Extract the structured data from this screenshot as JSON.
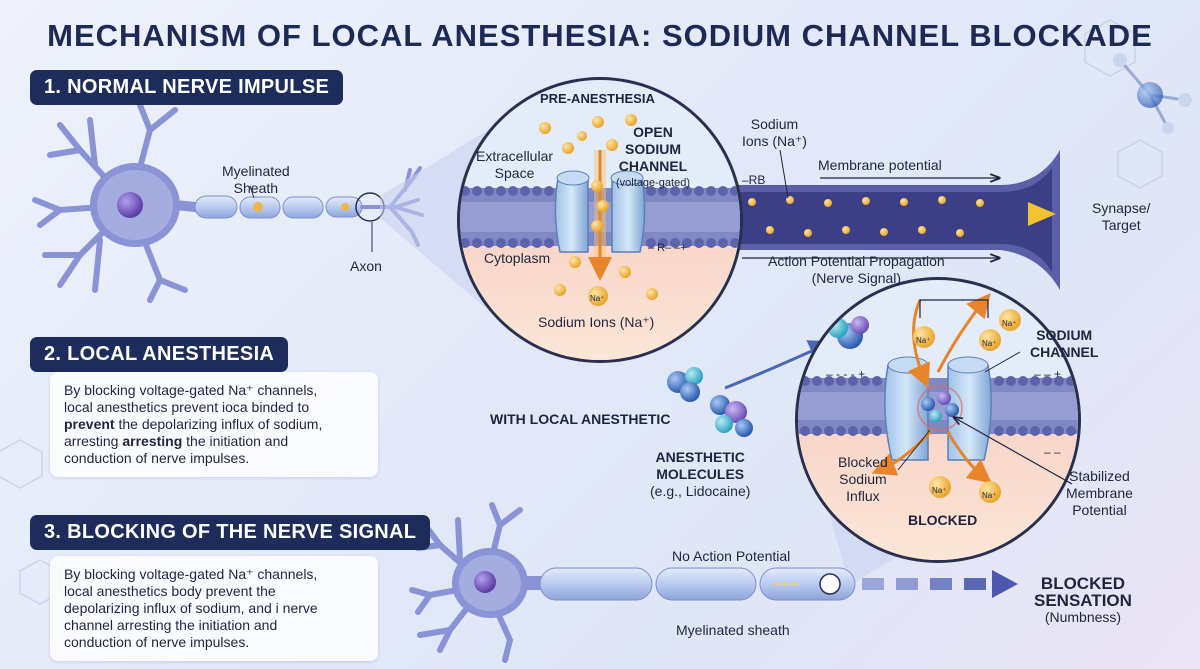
{
  "title": "MECHANISM OF LOCAL ANESTHESIA: SODIUM CHANNEL BLOCKADE",
  "sections": {
    "s1": "1. NORMAL NERVE IMPULSE",
    "s2": "2. LOCAL ANESTHESIA",
    "s3": "3. BLOCKING OF THE NERVE SIGNAL"
  },
  "card2": {
    "l1": "By blocking voltage-gated Na⁺ channels,",
    "l2": "local anesthetics prevent ioca binded to",
    "l3_bold": "prevent",
    "l3_rest": " the depolarizing influx of sodium,",
    "l4_a": "arresting ",
    "l4_bold": "arresting",
    "l4_rest": " the initiation and",
    "l5": "conduction of nerve impulses."
  },
  "card3": {
    "l1": "By blocking voltage-gated Na⁺ channels,",
    "l2": "local anesthetics body prevent the",
    "l3": "depolarizing influx of sodium, and i nerve",
    "l4": "channel arresting the initiation and",
    "l5": "conduction of nerve impulses."
  },
  "neuron1": {
    "myelin_l1": "Myelinated",
    "myelin_l2": "Sheath",
    "axon": "Axon"
  },
  "pre": {
    "title": "PRE-ANESTHESIA",
    "extra_l1": "Extracellular",
    "extra_l2": "Space",
    "open_l1": "OPEN",
    "open_l2": "SODIUM",
    "open_l3": "CHANNEL",
    "open_l4": "(voltage-gated)",
    "cyto": "Cytoplasm",
    "charge": "– R– –+",
    "na_ion": "Na⁺",
    "ions": "Sodium Ions (Na⁺)"
  },
  "prop": {
    "sodium_l1": "Sodium",
    "sodium_l2": "Ions (Na⁺)",
    "rb": "–RB",
    "membrane": "Membrane potential",
    "ap_l1": "Action Potential Propagation",
    "ap_l2": "(Nerve Signal)",
    "synapse_l1": "Synapse/",
    "synapse_l2": "Target"
  },
  "blocked": {
    "with": "WITH LOCAL ANESTHETIC",
    "mol_l1": "ANESTHETIC",
    "mol_l2": "MOLECULES",
    "mol_l3": "(e.g., Lidocaine)",
    "channel_l1": "SODIUM",
    "channel_l2": "CHANNEL",
    "charge_left": "– - - - +",
    "charge_right": "– – +",
    "charge_in": "– –",
    "influx_l1": "Blocked",
    "influx_l2": "Sodium",
    "influx_l3": "Influx",
    "blocked": "BLOCKED",
    "stab_l1": "Stabilized",
    "stab_l2": "Membrane",
    "stab_l3": "Potential",
    "na": "Na⁺"
  },
  "neuron3": {
    "no_ap": "No Action Potential",
    "sheath": "Myelinated sheath",
    "blocked_l1": "BLOCKED",
    "blocked_l2": "SENSATION",
    "numb": "(Numbness)"
  },
  "colors": {
    "navy": "#1e2c5c",
    "neuron": "#8a93d6",
    "nucleus": "#6a4db3",
    "sodium": "#f3b23a",
    "channel": "#8fb4dc",
    "membrane": "#6f78b8",
    "cytoplasm": "#f7dccd",
    "extracellular": "#dfe9f8",
    "arrow_orange": "#e8842a",
    "arrow_blue": "#4a68b5",
    "anesthetic": "#3d77c9"
  }
}
